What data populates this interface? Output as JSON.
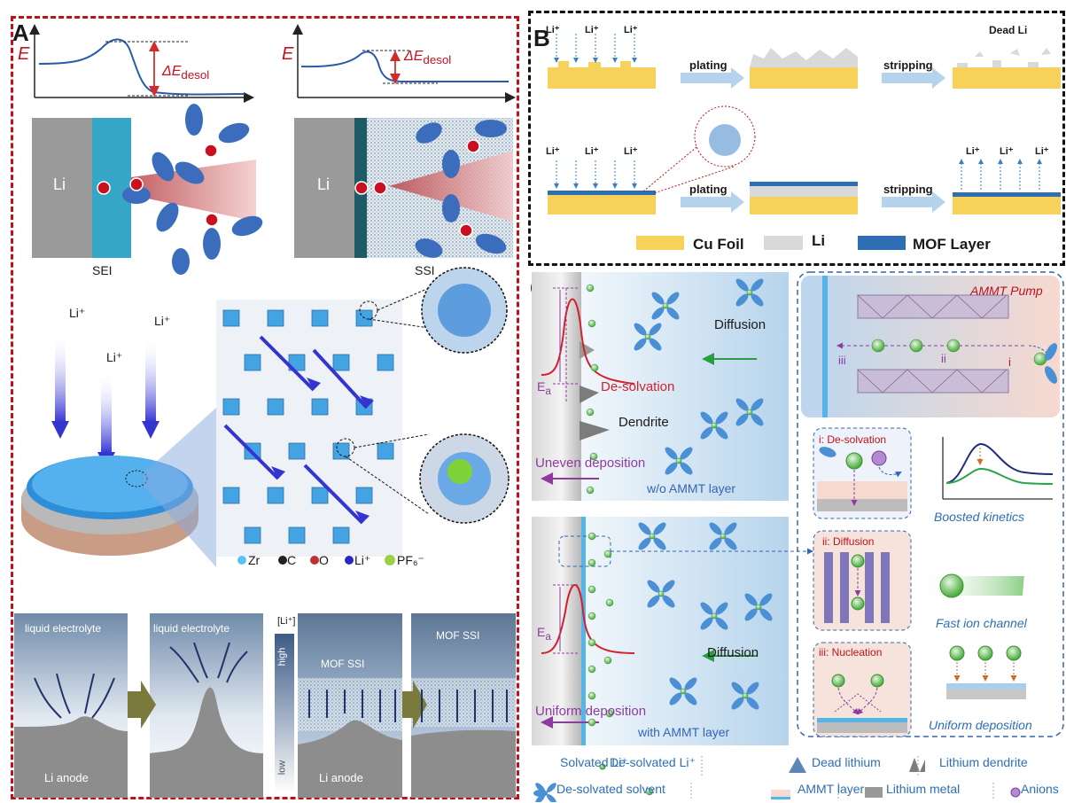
{
  "panelA": {
    "letter": "A",
    "energy_label": "E",
    "delta_label_left": "ΔE",
    "delta_sub": "desol",
    "sei": "SEI",
    "ssi": "SSI",
    "li": "Li",
    "liplus": "Li⁺",
    "legend": [
      "Zr",
      "C",
      "O",
      "Li⁺",
      "PF₆⁻"
    ],
    "bottom": {
      "liquid1": "liquid electrolyte",
      "liquid2": "liquid electrolyte",
      "li_anode1": "Li anode",
      "li_anode2": "Li anode",
      "mof1": "MOF SSI",
      "mof2": "MOF SSI",
      "conc": "[Li⁺]",
      "high": "high",
      "low": "low"
    }
  },
  "panelB": {
    "letter": "B",
    "liplus": "Li⁺",
    "plating": "plating",
    "stripping": "stripping",
    "dead_li": "Dead Li",
    "legend": [
      {
        "label": "Cu Foil",
        "color": "#f7d25a"
      },
      {
        "label": "Li",
        "color": "#d9d9d9"
      },
      {
        "label": "MOF Layer",
        "color": "#2e6fb4"
      }
    ]
  },
  "panelC": {
    "letter": "C",
    "diffusion": "Diffusion",
    "desolvation": "De-solvation",
    "dendrite": "Dendrite",
    "uneven": "Uneven deposition",
    "without": "w/o AMMT layer",
    "ea": "E",
    "ea_sub": "a",
    "uniform": "Uniform deposition",
    "with": "with AMMT layer",
    "pump": "AMMT Pump",
    "steps": [
      "iii",
      "ii",
      "i"
    ],
    "box1": "i: De-solvation",
    "box2": "ii: Diffusion",
    "box3": "iii: Nucleation",
    "box1_num": "i",
    "box2_num": "ii",
    "box3_num": "iii",
    "box1_rest": ": De-solvation",
    "box2_rest": ": Diffusion",
    "box3_rest": ": Nucleation",
    "boosted": "Boosted kinetics",
    "fast": "Fast ion channel",
    "uniform2": "Uniform deposition",
    "legend1": [
      "Solvated Li⁺",
      "De-solvated Li⁺",
      "Dead lithium",
      "Lithium dendrite"
    ],
    "legend2": [
      "De-solvated solvent",
      "AMMT layer",
      "Lithium metal",
      "Anions"
    ]
  }
}
